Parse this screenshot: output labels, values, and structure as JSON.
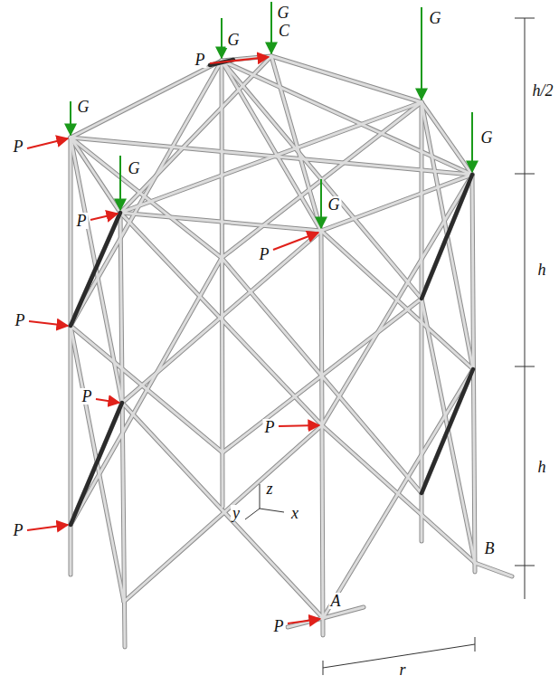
{
  "diagram": {
    "labels": [
      "G",
      "G",
      "G",
      "G",
      "G",
      "G",
      "G",
      "P",
      "P",
      "P",
      "P",
      "P",
      "P",
      "P",
      "P",
      "P",
      "C",
      "A",
      "B",
      "h/2",
      "h",
      "h",
      "r",
      "z",
      "y",
      "x"
    ]
  }
}
